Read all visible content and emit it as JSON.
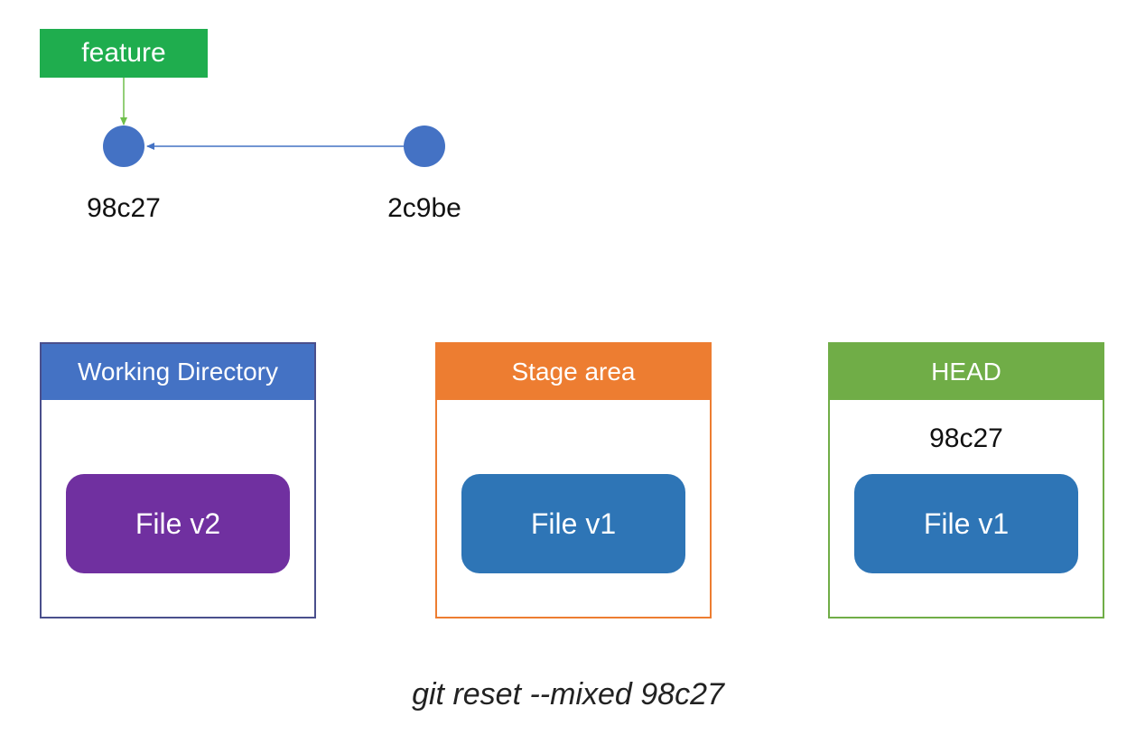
{
  "branch": {
    "label": "feature",
    "color": "#1fad4e"
  },
  "commits": [
    {
      "id": "98c27",
      "color": "#4472c4"
    },
    {
      "id": "2c9be",
      "color": "#4472c4"
    }
  ],
  "panels": [
    {
      "title": "Working Directory",
      "header_color": "#4472c4",
      "border_color": "#4a4f8c",
      "ref": "",
      "file": {
        "label": "File v2",
        "color": "#7030a0"
      }
    },
    {
      "title": "Stage area",
      "header_color": "#ed7d31",
      "border_color": "#ed7d31",
      "ref": "",
      "file": {
        "label": "File v1",
        "color": "#2e75b6"
      }
    },
    {
      "title": "HEAD",
      "header_color": "#70ad47",
      "border_color": "#70ad47",
      "ref": "98c27",
      "file": {
        "label": "File v1",
        "color": "#2e75b6"
      }
    }
  ],
  "caption": "git reset --mixed 98c27"
}
